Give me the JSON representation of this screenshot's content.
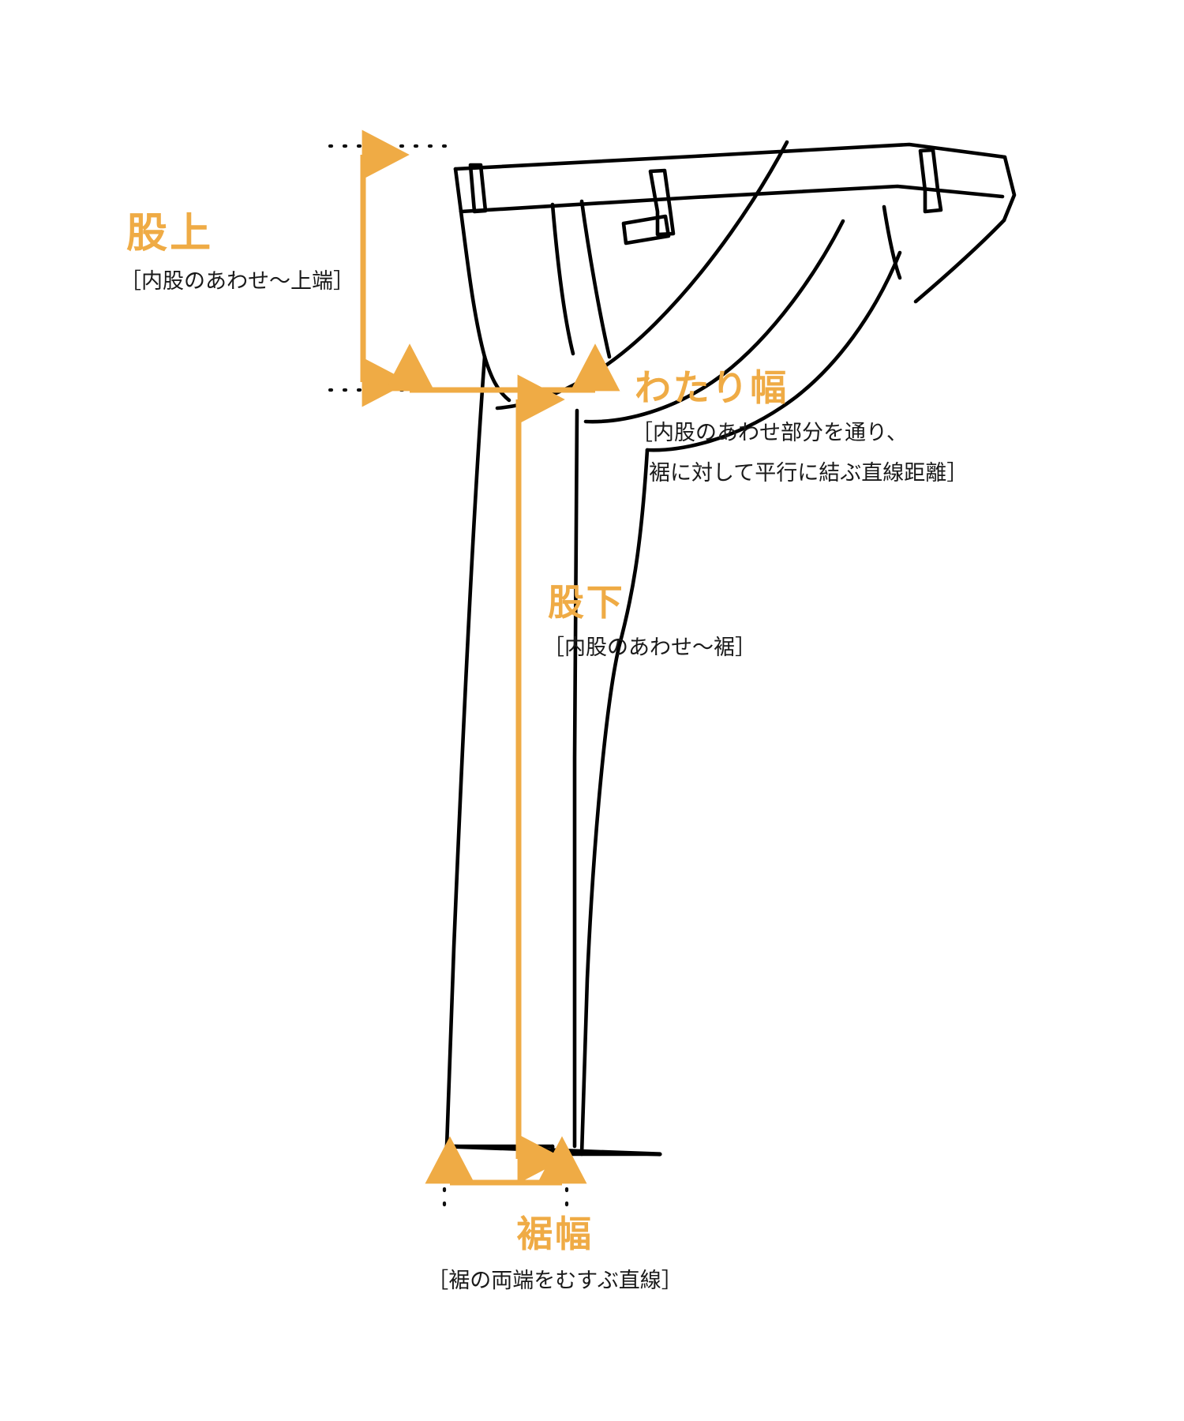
{
  "page": {
    "title": "パンツ 採寸方法 図解",
    "background_color": "#ffffff",
    "accent_color": "#EFAB45",
    "line_color": "#000000",
    "text_color": "#1a1a1a"
  },
  "measurements": [
    {
      "id": "rise",
      "title": "股上",
      "sub_lines": [
        "［内股のあわせ〜上端］"
      ],
      "arrow": "vertical-double",
      "icon": "rise-arrow-icon"
    },
    {
      "id": "thigh_width",
      "title": "わたり幅",
      "sub_lines": [
        "［内股のあわせ部分を通り、",
        "裾に対して平行に結ぶ直線距離］"
      ],
      "arrow": "horizontal-double",
      "icon": "thigh-arrow-icon"
    },
    {
      "id": "inseam",
      "title": "股下",
      "sub_lines": [
        "［内股のあわせ〜裾］"
      ],
      "arrow": "vertical-double",
      "icon": "inseam-arrow-icon"
    },
    {
      "id": "hem_width",
      "title": "裾幅",
      "sub_lines": [
        "［裾の両端をむすぶ直線］"
      ],
      "arrow": "horizontal-double",
      "icon": "hem-arrow-icon"
    }
  ],
  "illustration": {
    "name": "trousers-line-drawing",
    "description": "パンツ（スラックス）の側面ライン画"
  }
}
